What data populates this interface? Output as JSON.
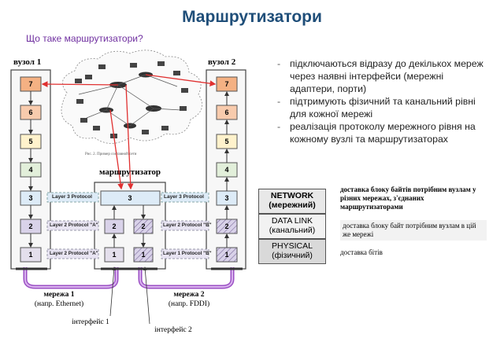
{
  "title": "Маршрутизатори",
  "subtitle": "Що таке маршрутизатори?",
  "diagram": {
    "node1_label": "вузол 1",
    "node2_label": "вузол 2",
    "router_label": "маршрутизатор",
    "layers": [
      "7",
      "6",
      "5",
      "4",
      "3",
      "2",
      "1"
    ],
    "router_layers": [
      "3",
      "2",
      "1"
    ],
    "protocols": {
      "l3_left": "Layer 3 Protocol",
      "l3_right": "Layer 3 Protocol",
      "l2_left": "Layer 2 Protocol \"A\"",
      "l2_right": "Layer 2 Protocol \"B\"",
      "l1_left": "Layer 2 Protocol \"A\"",
      "l1_right": "Layer 1 Protocol \"B\""
    },
    "network1_title": "мережа 1",
    "network1_sub": "(напр. Ethernet)",
    "network2_title": "мережа 2",
    "network2_sub": "(напр. FDDI)",
    "interface1": "інтерфейс 1",
    "interface2": "інтерфейс 2",
    "figure_caption": "Рис. 2. Пример составной сети"
  },
  "bullets": [
    "підключаються відразу до декількох мереж через наявні інтерфейси (мережні адаптери, порти)",
    "підтримують фізичний та канальний рівні для кожної мережі",
    "реалізація протоколу мережного рівня на кожному вузлі та маршрутизаторах"
  ],
  "osi": [
    {
      "name": "NETWORK",
      "sub": "(мережний)",
      "desc": "доставка блоку байтів потрібним вузлам у різних мережах, з'єднаних маршрутизаторами"
    },
    {
      "name": "DATA LINK",
      "sub": "(канальний)",
      "desc": "доставка блоку байт потрібним вузлам в цій же мережі"
    },
    {
      "name": "PHYSICAL",
      "sub": "(фізичний)",
      "desc": "доставка бітів"
    }
  ],
  "colors": {
    "title": "#1f4e79",
    "subtitle": "#7030a0",
    "layer7": "#f4b183",
    "layer6": "#f8cbad",
    "layer5": "#fff2cc",
    "layer4": "#e2efda",
    "layer3": "#ddebf7",
    "layer2": "#d9d2e9",
    "layer1": "#e4dfec",
    "cable": "#9b4fc4",
    "arrow": "#e03030"
  }
}
